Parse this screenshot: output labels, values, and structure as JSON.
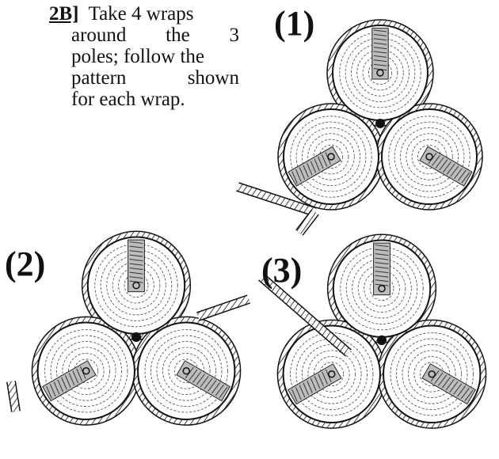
{
  "instructions": {
    "step_label": "2B]",
    "lines": [
      "Take 4 wraps",
      "around the 3",
      "poles; follow the",
      "pattern shown",
      "for each wrap."
    ]
  },
  "figures": [
    {
      "label": "(1)"
    },
    {
      "label": "(2)"
    },
    {
      "label": "(3)"
    }
  ]
}
